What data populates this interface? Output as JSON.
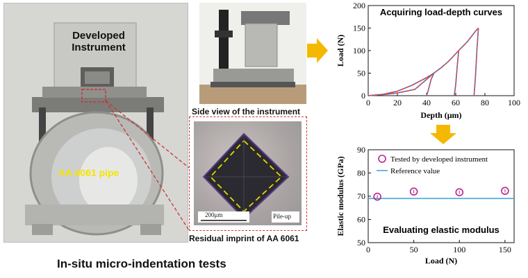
{
  "photos": {
    "instrument_label_line1": "Developed",
    "instrument_label_line2": "Instrument",
    "pipe_label": "AA 6061 pipe",
    "side_view_caption": "Side view of the instrument",
    "imprint_caption": "Residual imprint of AA 6061",
    "scale_bar_label": "200μm",
    "pileup_label": "Pile-up"
  },
  "footer": "In-situ micro-indentation tests",
  "colors": {
    "arrow": "#f5b800",
    "curve_red": "#e8494f",
    "curve_blue": "#3d6fb8",
    "reference": "#42a7d6",
    "marker": "#b5258f",
    "callout": "#cc3333"
  },
  "chart_data": [
    {
      "type": "line",
      "title": "Acquiring load-depth curves",
      "xlabel": "Depth (μm)",
      "ylabel": "Load (N)",
      "xlim": [
        0,
        100
      ],
      "ylim": [
        0,
        200
      ],
      "xticks": [
        0,
        20,
        40,
        60,
        80,
        100
      ],
      "yticks": [
        0,
        50,
        100,
        150,
        200
      ],
      "series": [
        {
          "values": [
            [
              0,
              0
            ],
            [
              10,
              3
            ],
            [
              20,
              10
            ],
            [
              30,
              23
            ],
            [
              40,
              40
            ],
            [
              45,
              50
            ],
            [
              50,
              62
            ],
            [
              55,
              76
            ],
            [
              62,
              100
            ],
            [
              68,
              120
            ],
            [
              74,
              145
            ],
            [
              75.5,
              150
            ]
          ]
        },
        {
          "values": [
            [
              45,
              50
            ],
            [
              43,
              35
            ],
            [
              41,
              10
            ],
            [
              40,
              0
            ]
          ]
        },
        {
          "values": [
            [
              62,
              100
            ],
            [
              61,
              65
            ],
            [
              60,
              25
            ],
            [
              59,
              0
            ]
          ]
        },
        {
          "values": [
            [
              75.5,
              150
            ],
            [
              74.5,
              100
            ],
            [
              73.5,
              40
            ],
            [
              72.5,
              0
            ]
          ]
        },
        {
          "values": [
            [
              0,
              0
            ],
            [
              12,
              3
            ],
            [
              20,
              6
            ],
            [
              32,
              14
            ],
            [
              45,
              50
            ]
          ]
        }
      ]
    },
    {
      "type": "scatter",
      "title": "Evaluating elastic modulus",
      "xlabel": "Load (N)",
      "ylabel": "Elastic modulus (GPa)",
      "xlim": [
        0,
        160
      ],
      "ylim": [
        50,
        90
      ],
      "xticks": [
        0,
        50,
        100,
        150
      ],
      "yticks": [
        50,
        60,
        70,
        80,
        90
      ],
      "series": [
        {
          "name": "Tested by developed instrument",
          "x": [
            10,
            50,
            100,
            150
          ],
          "y": [
            69.8,
            72.0,
            71.7,
            72.3
          ]
        },
        {
          "name": "Reference value",
          "x": [
            0,
            160
          ],
          "y": [
            69,
            69
          ]
        }
      ]
    }
  ]
}
